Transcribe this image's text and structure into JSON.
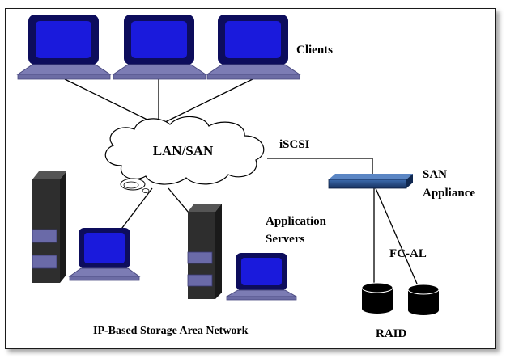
{
  "labels": {
    "clients": "Clients",
    "cloud": "LAN/SAN",
    "iscsi": "iSCSI",
    "san_line1": "SAN",
    "san_line2": "Appliance",
    "app_line1": "Application",
    "app_line2": "Servers",
    "fcal": "FC-AL",
    "raid": "RAID",
    "caption": "IP-Based Storage Area Network"
  },
  "colors": {
    "screen": "#1a1adc",
    "screen_frame": "#0d0d5c",
    "keyboard": "#7c7cb4",
    "tower": "#2e2e2e",
    "drive_bay": "#6a6aa8",
    "appliance": "#234a86",
    "disk": "#000000"
  }
}
